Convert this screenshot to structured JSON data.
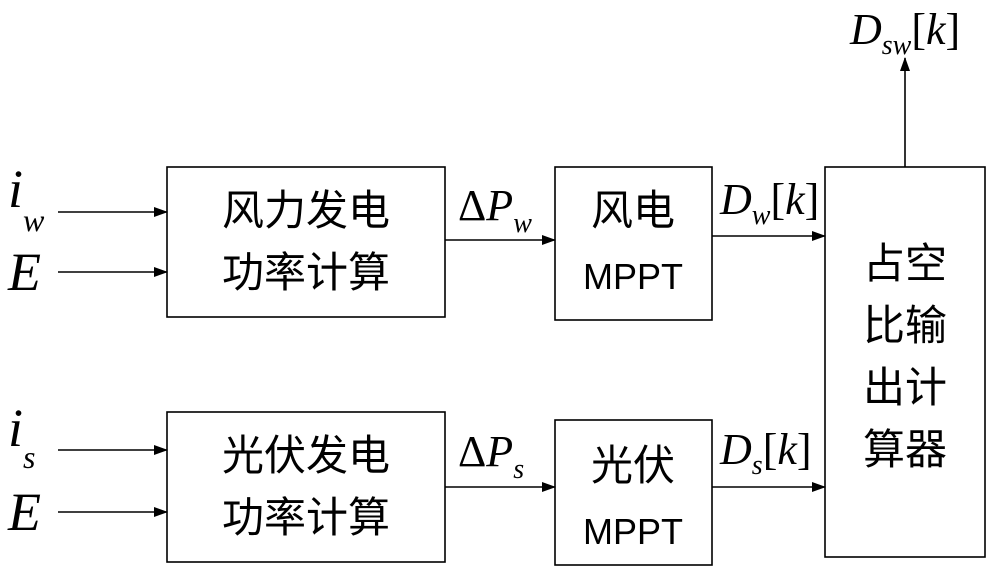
{
  "blocks": {
    "wind_power": {
      "line1": "风力发电",
      "line2": "功率计算"
    },
    "pv_power": {
      "line1": "光伏发电",
      "line2": "功率计算"
    },
    "wind_mppt": {
      "line1": "风电",
      "line2": "MPPT"
    },
    "pv_mppt": {
      "line1": "光伏",
      "line2": "MPPT"
    },
    "duty_calc": {
      "line1": "占空",
      "line2": "比输",
      "line3": "出计",
      "line4": "算器"
    }
  },
  "signals": {
    "i_w": {
      "main": "i",
      "sub": "w"
    },
    "e_top": {
      "main": "E"
    },
    "i_s": {
      "main": "i",
      "sub": "s"
    },
    "e_bottom": {
      "main": "E"
    },
    "delta_p_w": {
      "delta": "Δ",
      "main": "P",
      "sub": "w"
    },
    "delta_p_s": {
      "delta": "Δ",
      "main": "P",
      "sub": "s"
    },
    "d_w": {
      "main": "D",
      "sub": "w",
      "open": "[",
      "arg": "k",
      "close": "]"
    },
    "d_s": {
      "main": "D",
      "sub": "s",
      "open": "[",
      "arg": "k",
      "close": "]"
    },
    "d_sw": {
      "main": "D",
      "sub": "sw",
      "open": "[",
      "arg": "k",
      "close": "]"
    }
  }
}
